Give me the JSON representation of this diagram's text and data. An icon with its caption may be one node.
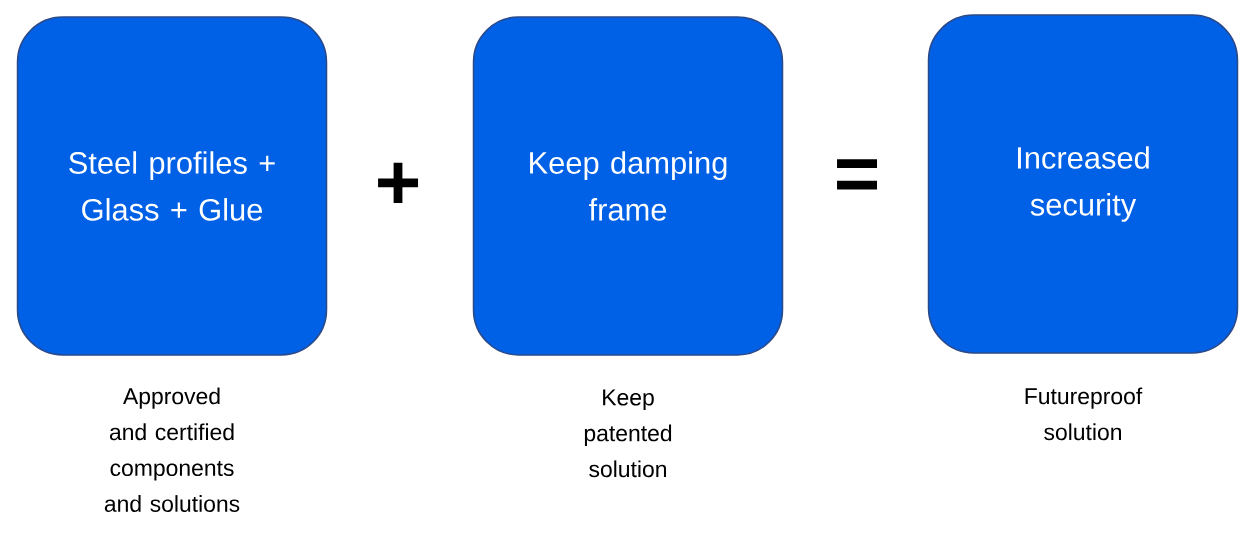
{
  "diagram": {
    "nodes": [
      {
        "text": [
          "Steel profiles + Glass + Glue"
        ],
        "beside": [
          "Approved and certified components and solutions"
        ]
      },
      {
        "text": [
          "Keep damping frame"
        ],
        "beside": [
          "Keep patented solution"
        ]
      },
      {
        "text": [
          "Increased security"
        ],
        "beside": [
          "Futureproof solution"
        ]
      }
    ],
    "labels": [
      "+",
      "="
    ]
  }
}
